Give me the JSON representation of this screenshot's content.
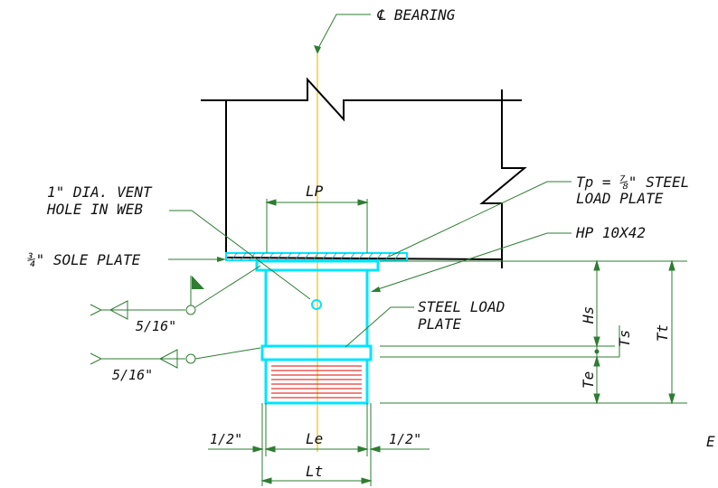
{
  "labels": {
    "cl_bearing": "℄ BEARING",
    "lp": "LP",
    "tp_line1": "Tp = ⅞\" STEEL",
    "tp_line2": "LOAD PLATE",
    "vent_line1": "1\" DIA. VENT",
    "vent_line2": "HOLE IN WEB",
    "hp": "HP 10X42",
    "sole_plate": "¾\" SOLE PLATE",
    "steel_load_line1": "STEEL LOAD",
    "steel_load_line2": "PLATE",
    "weld_top": "5/16\"",
    "weld_bottom": "5/16\"",
    "hs": "Hs",
    "ts": "Ts",
    "tt": "Tt",
    "te": "Te",
    "half_left": "1/2\"",
    "half_right": "1/2\"",
    "le": "Le",
    "lt": "Lt",
    "edge_letter": "E"
  },
  "colors": {
    "plates": "#00e5ff",
    "leaders": "#2e7d32",
    "centerline": "#f2c200",
    "elastomer_lines": "#e53935",
    "weld_flag": "#2e7d32"
  }
}
